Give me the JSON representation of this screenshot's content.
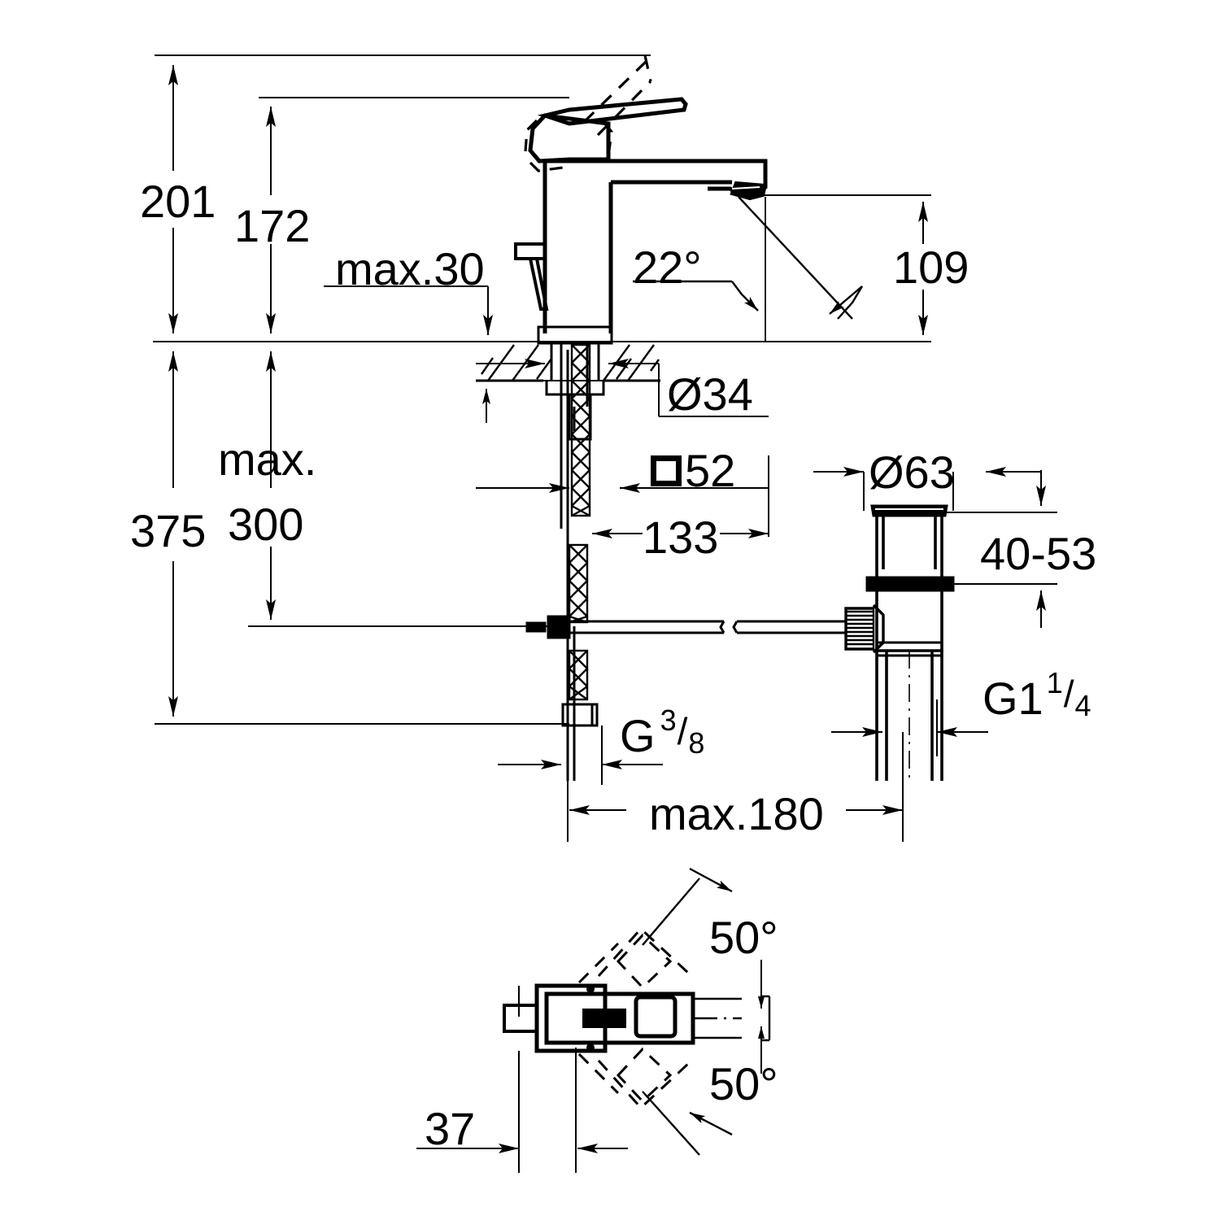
{
  "document": {
    "type": "technical-dimension-drawing",
    "subject": "single-lever basin mixer with pop-up waste",
    "line_color": "#000000",
    "background_color": "#ffffff"
  },
  "views": {
    "elevation": {
      "name": "side elevation view"
    },
    "plan": {
      "name": "top plan view"
    }
  },
  "dimensions": {
    "height_total": "201",
    "height_spout_body": "172",
    "thickness_max": "max.30",
    "spout_angle": "22°",
    "spout_height": "109",
    "hole_diameter": "Ø34",
    "body_square": "52",
    "square_symbol": "□",
    "spout_reach": "133",
    "max_prefix": "max.",
    "supply_length_max": "300",
    "total_depth": "375",
    "drain_flange_dia": "Ø63",
    "basin_thickness_range": "40-53",
    "drain_thread": "G1",
    "drain_thread_sup": "1",
    "drain_thread_sub": "4",
    "supply_thread": "G",
    "supply_thread_sup": "3",
    "supply_thread_sub": "8",
    "rod_span_max": "max.180",
    "plan_offset": "37",
    "swivel_left": "50°",
    "swivel_right": "50°"
  }
}
